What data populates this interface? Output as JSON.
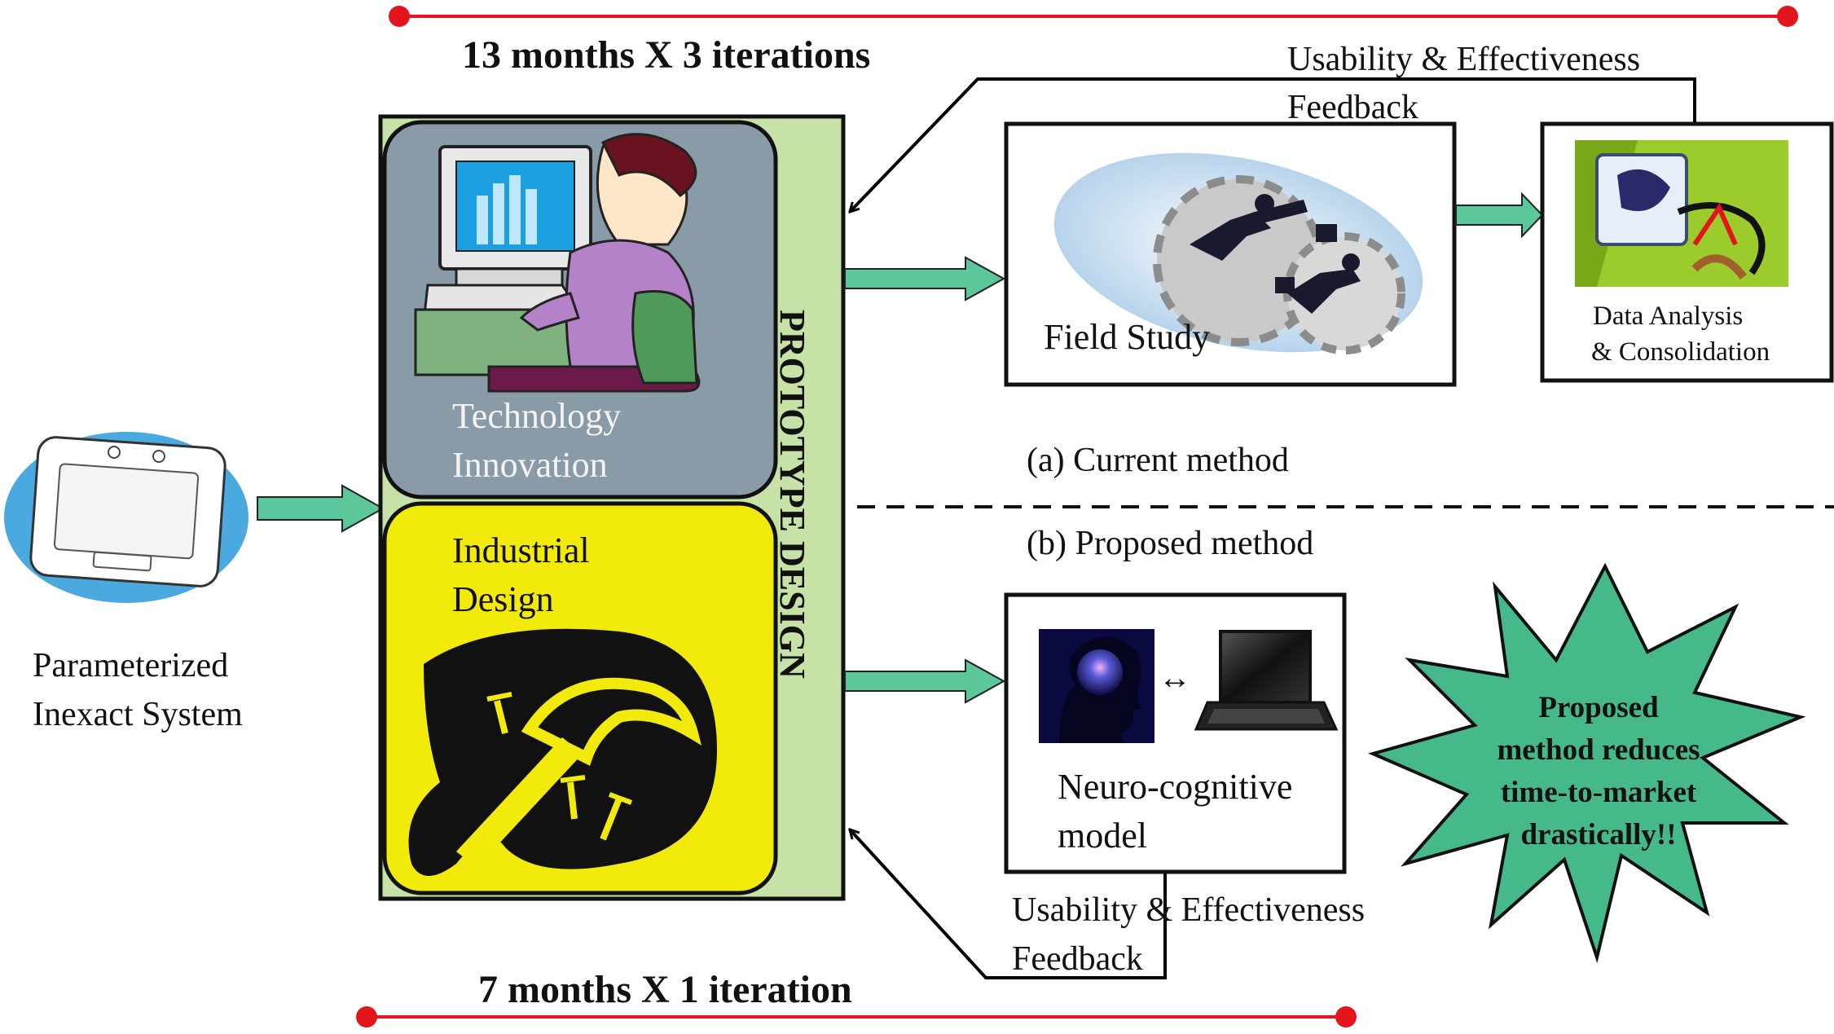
{
  "timeline_top": {
    "label": "13 months X 3 iterations"
  },
  "timeline_bottom": {
    "label": "7 months X 1 iteration"
  },
  "input": {
    "line1": "Parameterized",
    "line2": "Inexact System"
  },
  "prototype": {
    "vertical_label": "PROTOTYPE DESIGN",
    "tech": {
      "line1": "Technology",
      "line2": "Innovation"
    },
    "industrial": {
      "line1": "Industrial",
      "line2": "Design"
    }
  },
  "current_method": {
    "caption": "(a) Current method",
    "field_study": "Field Study",
    "analysis": {
      "line1": "Data Analysis",
      "line2": "& Consolidation"
    },
    "feedback": {
      "line1": "Usability & Effectiveness",
      "line2": "Feedback"
    }
  },
  "proposed_method": {
    "caption": "(b) Proposed method",
    "neuro": {
      "line1": "Neuro-cognitive",
      "line2": "model",
      "connector": "↔"
    },
    "feedback": {
      "line1": "Usability & Effectiveness",
      "line2": "Feedback"
    }
  },
  "starburst": {
    "line1": "Proposed",
    "line2": "method reduces",
    "line3": "time-to-market",
    "line4": "drastically!!"
  },
  "colors": {
    "timeline_red": "#e3141b",
    "arrow_green": "#5bc79a",
    "prototype_green": "#c6e2a7",
    "tech_blue_gray": "#8a9ba8",
    "industrial_yellow": "#f2ea0a",
    "starburst_green": "#46b98a",
    "tablet_blue": "#4aa9de"
  }
}
